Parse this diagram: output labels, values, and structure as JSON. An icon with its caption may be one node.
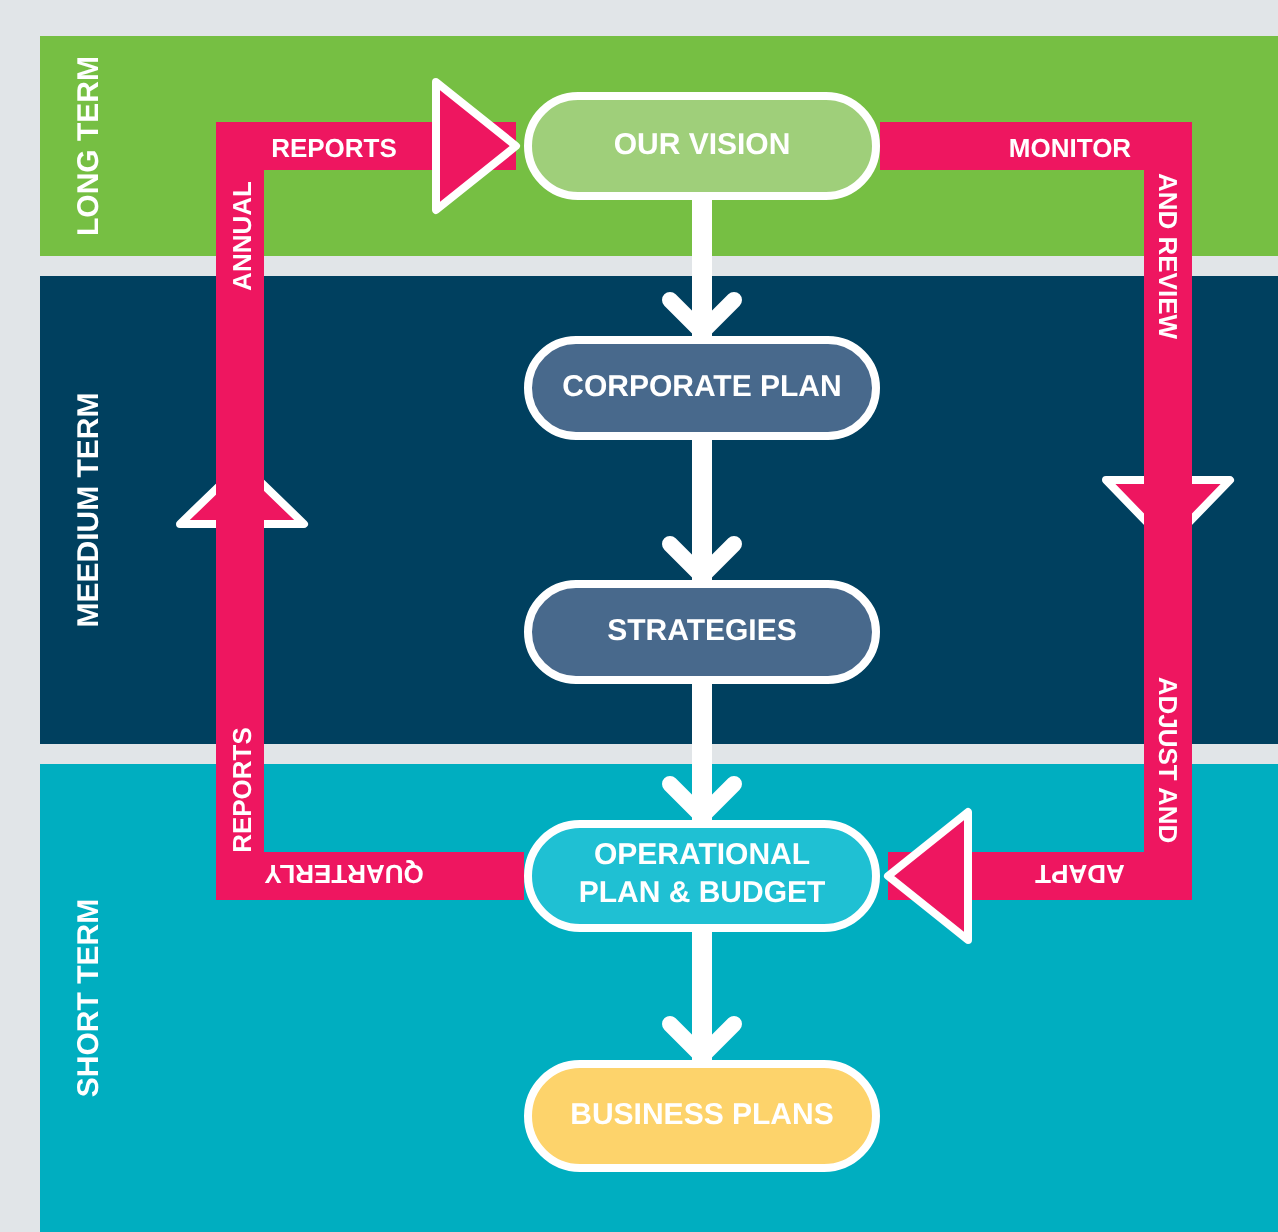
{
  "diagram": {
    "nodes": [
      {
        "text": [
          "LONG TERM"
        ]
      },
      {
        "text": [
          "MEEDIUM TERM"
        ]
      },
      {
        "text": [
          "SHORT TERM"
        ]
      },
      {
        "text": [
          "OUR VISION"
        ],
        "in": 0
      },
      {
        "text": [
          "CORPORATE PLAN"
        ],
        "in": 1
      },
      {
        "text": [
          "STRATEGIES"
        ],
        "in": 1
      },
      {
        "text": [
          "OPERATIONAL PLAN & BUDGET"
        ],
        "in": 2
      },
      {
        "text": [
          "BUSINESS PLANS"
        ],
        "in": 2
      }
    ],
    "edges": [
      {
        "from": 3,
        "to": 4,
        "arrow": "to"
      },
      {
        "from": 4,
        "to": 5,
        "arrow": "to"
      },
      {
        "from": 5,
        "to": 6,
        "arrow": "to"
      },
      {
        "from": 6,
        "to": 7,
        "arrow": "to"
      },
      {
        "from": 6,
        "to": 3,
        "arrow": "to",
        "style": "thick",
        "color": "#ee1660"
      },
      {
        "from": 3,
        "to": 6,
        "arrow": "to",
        "style": "thick",
        "color": "#ee1660"
      }
    ],
    "labels": [
      "ANNUAL",
      "REPORTS",
      "REPORTS",
      "QUARTERLY",
      "MONITOR",
      "AND REVIEW",
      "ADJUST AND",
      "ADAPT"
    ]
  }
}
